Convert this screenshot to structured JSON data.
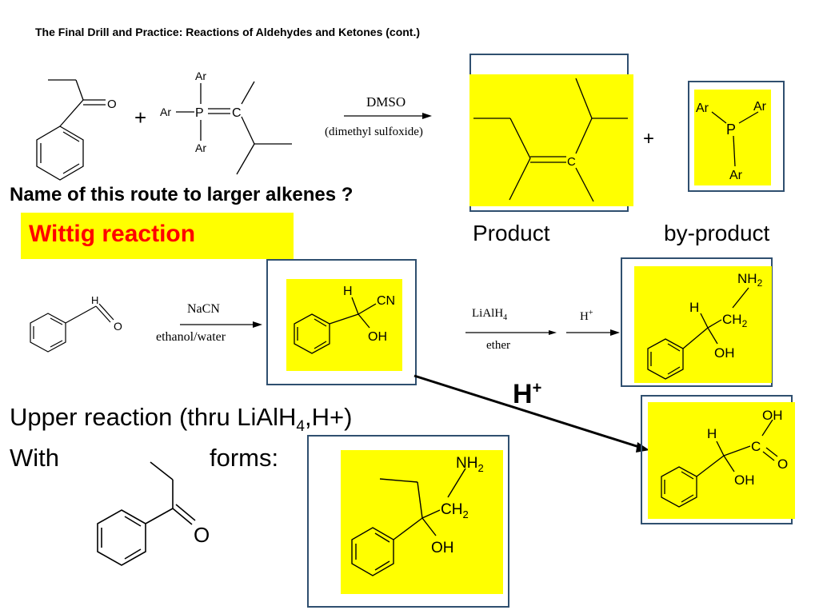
{
  "slide": {
    "title": "The Final Drill and Practice: Reactions of Aldehydes and Ketones (cont.)"
  },
  "wittig": {
    "plus_1": "+",
    "ylide_ar_top": "Ar",
    "ylide_ar_left": "Ar",
    "ylide_ar_bottom": "Ar",
    "ylide_p": "P",
    "ylide_c": "C",
    "ketone_o": "O",
    "reagent": "DMSO",
    "solvent": "(dimethyl sulfoxide)",
    "product_c": "C",
    "plus_2": "+",
    "byproduct_ar_1": "Ar",
    "byproduct_ar_2": "Ar",
    "byproduct_ar_3": "Ar",
    "byproduct_p": "P",
    "product_caption": "Product",
    "byproduct_caption": "by-product",
    "question": "Name of this route to larger alkenes ?",
    "answer": "Wittig reaction"
  },
  "cyanohydrin": {
    "aldehyde_h": "H",
    "aldehyde_o": "O",
    "reagent": "NaCN",
    "solvent": "ethanol/water",
    "intermediate_h": "H",
    "intermediate_cn": "CN",
    "intermediate_oh": "OH",
    "reduce_reagent": "LiAlH",
    "reduce_sub": "4",
    "reduce_solvent": "ether",
    "acid": "H",
    "acid_sup": "+",
    "amine_nh2": "NH",
    "amine_nh2_sub": "2",
    "amine_h": "H",
    "amine_ch2": "CH",
    "amine_ch2_sub": "2",
    "amine_oh": "OH",
    "hydrolysis_acid": "H",
    "hydrolysis_sup": "+",
    "acid_oh_top": "OH",
    "acid_h": "H",
    "acid_c": "C",
    "acid_o": "O",
    "acid_oh": "OH"
  },
  "bottom": {
    "upper_prefix": "Upper reaction (thru LiAlH",
    "upper_sub": "4",
    "upper_suffix": ",H+)",
    "with": "With",
    "forms": "forms:",
    "ketone_o": "O",
    "product_nh2": "NH",
    "product_nh2_sub": "2",
    "product_ch2": "CH",
    "product_ch2_sub": "2",
    "product_oh": "OH"
  }
}
